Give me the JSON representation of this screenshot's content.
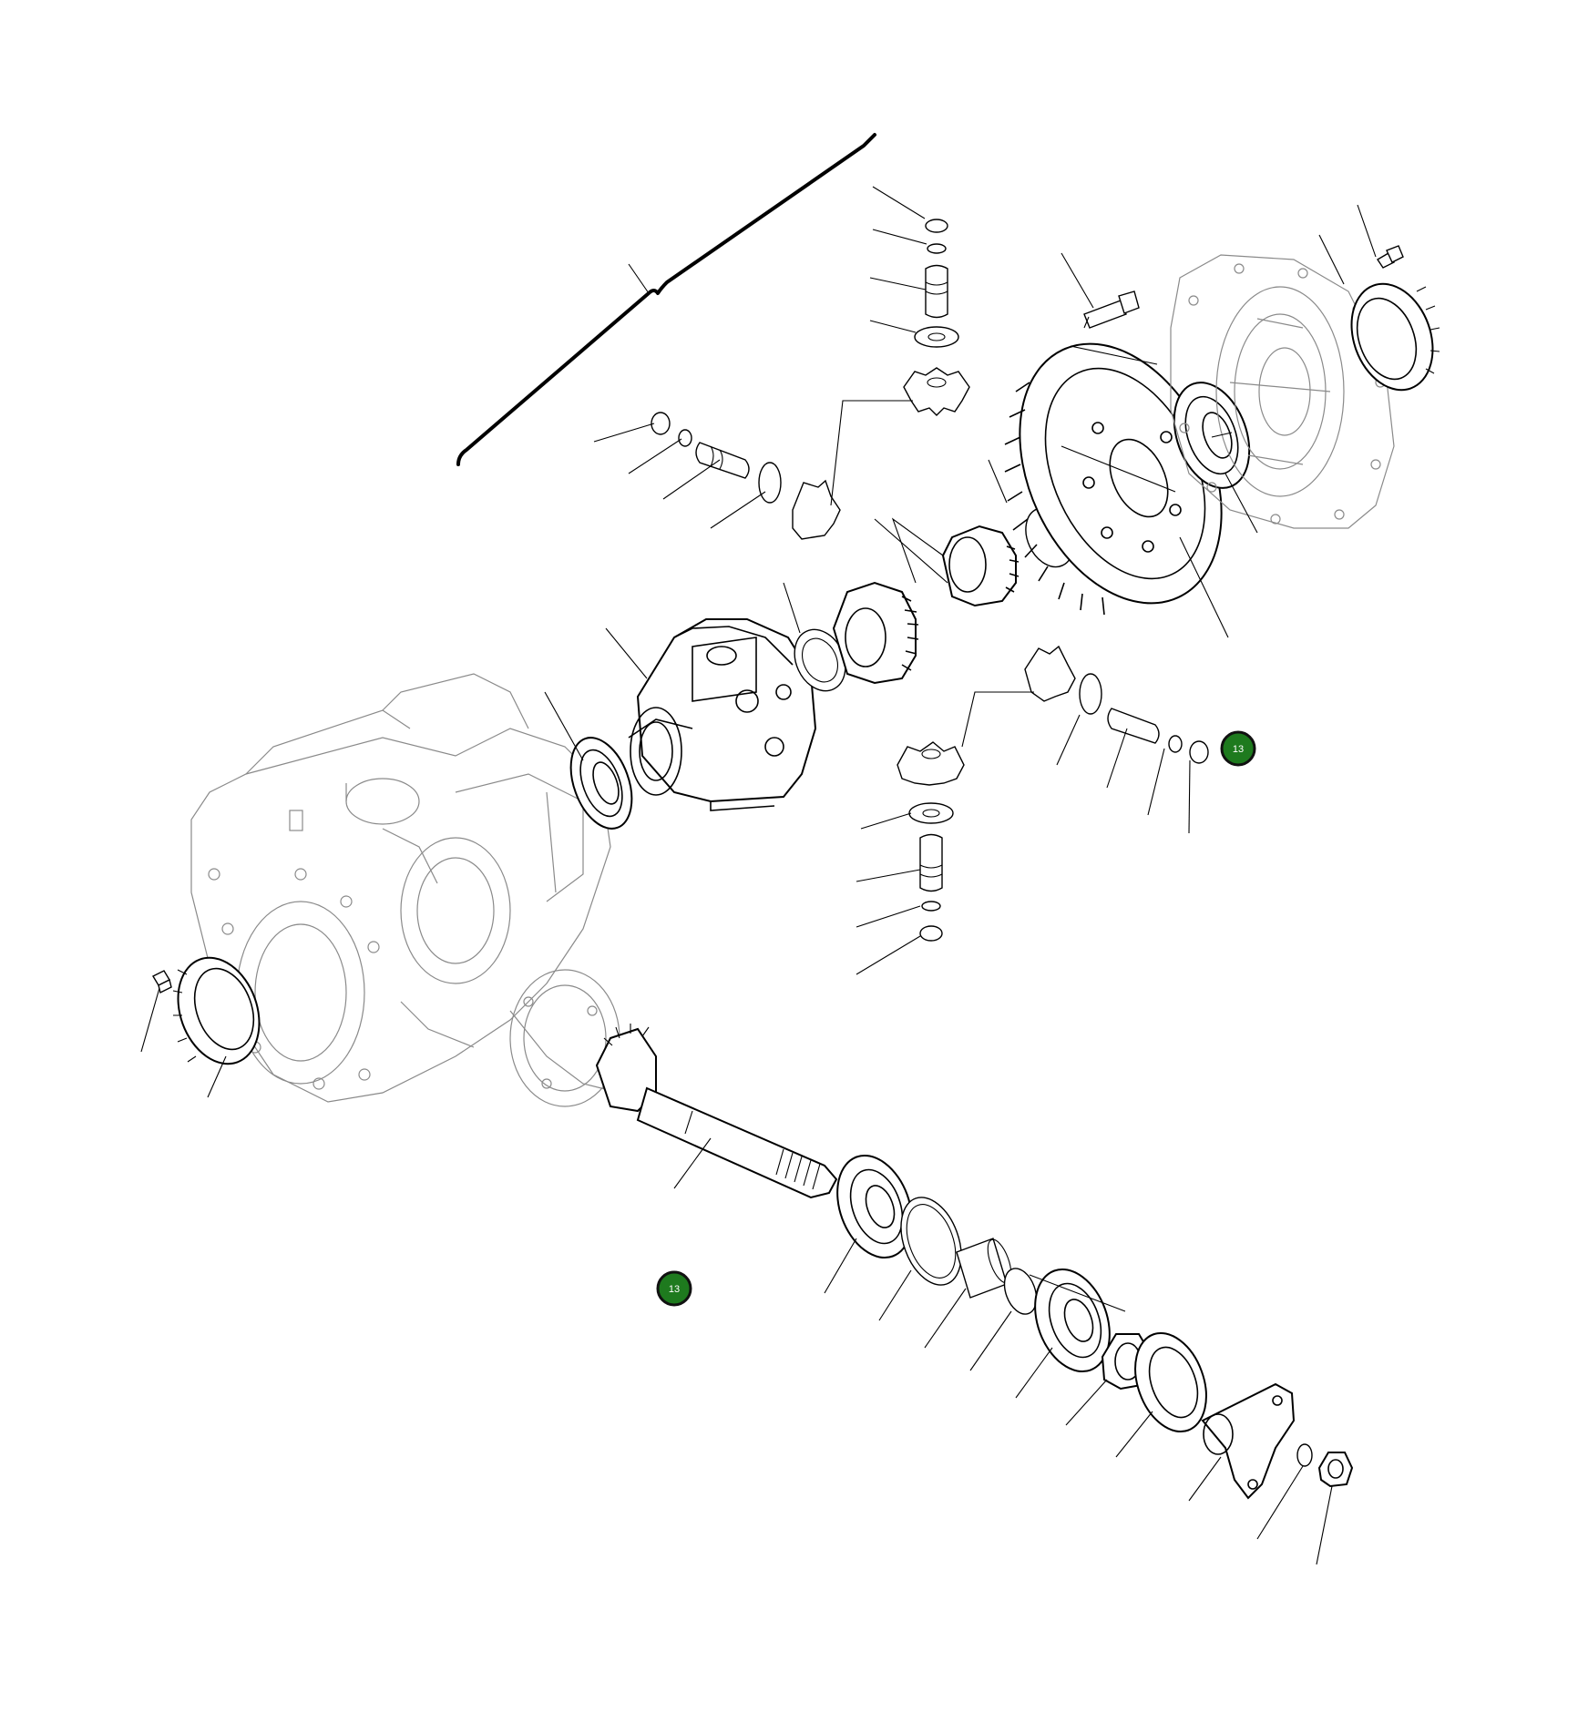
{
  "badges": [
    {
      "id": "badge-upper",
      "label": "13"
    },
    {
      "id": "badge-lower",
      "label": "13"
    }
  ],
  "colors": {
    "badge_fill": "#1e7a1e",
    "line": "#000000",
    "housing_line": "#8a8a8a",
    "background": "#ffffff"
  }
}
